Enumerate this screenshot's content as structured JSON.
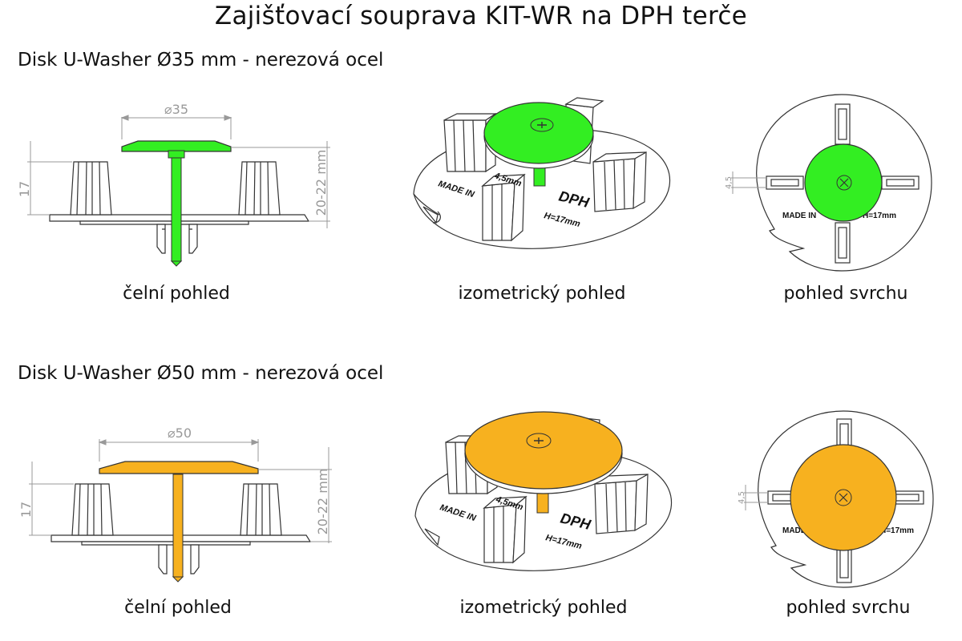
{
  "title": "Zajišťovací souprava KIT-WR na DPH terče",
  "colors": {
    "green": "#33ee22",
    "orange": "#f7b11f",
    "line": "#333333",
    "dim": "#999999"
  },
  "sections": [
    {
      "heading": "Disk U-Washer Ø35 mm - nerezová ocel",
      "fill_color": "#33ee22",
      "diameter_label": "35",
      "dim_height": "17",
      "dim_range": "20-22 mm",
      "dim_slot": "4,5",
      "made_text": "MADE IN",
      "brand_text": "DPH",
      "h_text": "H=17mm",
      "size_text": "4,5mm",
      "captions": {
        "front": "čelní pohled",
        "iso": "izometrický pohled",
        "top": "pohled svrchu"
      }
    },
    {
      "heading": "Disk U-Washer Ø50 mm - nerezová ocel",
      "fill_color": "#f7b11f",
      "diameter_label": "50",
      "dim_height": "17",
      "dim_range": "20-22 mm",
      "dim_slot": "4,5",
      "made_text": "MADE IN",
      "brand_text": "DPH",
      "h_text": "H=17mm",
      "size_text": "4,5mm",
      "captions": {
        "front": "čelní pohled",
        "iso": "izometrický pohled",
        "top": "pohled svrchu"
      }
    }
  ]
}
